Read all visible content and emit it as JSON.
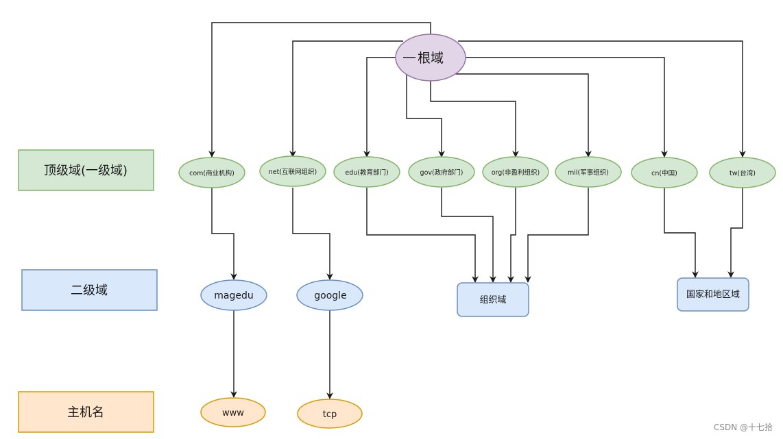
{
  "title": "DNS域名层级结构",
  "legend": [
    {
      "id": "tld",
      "label": "顶级域(一级域)",
      "fill": "#d5e8d4",
      "stroke": "#82b366"
    },
    {
      "id": "second",
      "label": "二级域",
      "fill": "#dae8fc",
      "stroke": "#6c8ebf"
    },
    {
      "id": "host",
      "label": "主机名",
      "fill": "#ffe6cc",
      "stroke": "#d79b00"
    }
  ],
  "root": {
    "label": "根域",
    "fill": "#e1d5e7",
    "stroke": "#9673a6"
  },
  "tlds": [
    {
      "id": "com",
      "label": "com(商业机构)"
    },
    {
      "id": "net",
      "label": "net(互联网组织)"
    },
    {
      "id": "edu",
      "label": "edu(教育部门)"
    },
    {
      "id": "gov",
      "label": "gov(政府部门)"
    },
    {
      "id": "org",
      "label": "org(非盈利组织)"
    },
    {
      "id": "mil",
      "label": "mil(军事组织)"
    },
    {
      "id": "cn",
      "label": "cn(中国)"
    },
    {
      "id": "tw",
      "label": "tw(台湾)"
    }
  ],
  "second_level": [
    {
      "id": "magedu",
      "label": "magedu",
      "parent": "com"
    },
    {
      "id": "google",
      "label": "google",
      "parent": "net"
    }
  ],
  "groups": [
    {
      "id": "org-domain",
      "label": "组织域",
      "parents": [
        "edu",
        "gov",
        "org",
        "mil"
      ]
    },
    {
      "id": "country-domain",
      "label": "国家和地区域",
      "parents": [
        "cn",
        "tw"
      ]
    }
  ],
  "hosts": [
    {
      "id": "www",
      "label": "www",
      "parent": "magedu"
    },
    {
      "id": "tcp",
      "label": "tcp",
      "parent": "google"
    }
  ],
  "colors": {
    "edge": "#1a1a1a",
    "group_fill": "#dae8fc",
    "group_stroke": "#6c8ebf"
  },
  "watermark": "CSDN @十七拾"
}
